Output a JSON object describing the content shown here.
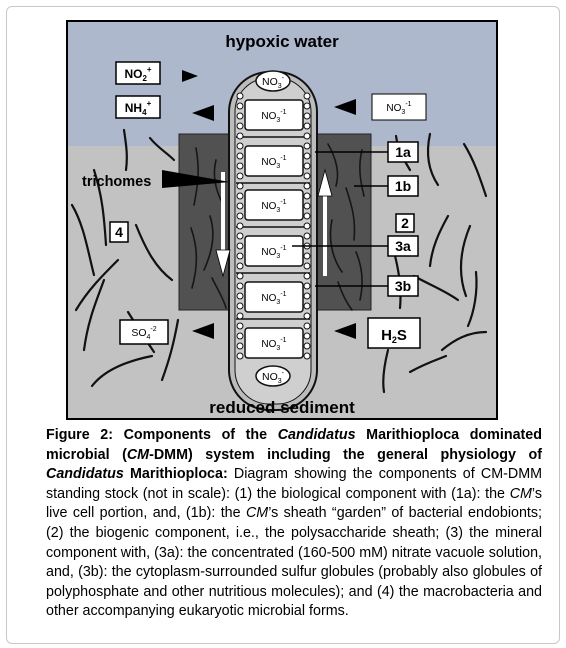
{
  "diagram": {
    "top_label": "hypoxic water",
    "bottom_label": "reduced sediment",
    "trichomes_label": "trichomes",
    "box_no2": {
      "main": "NO",
      "sub": "2",
      "sup": "+"
    },
    "box_nh4": {
      "main": "NH",
      "sub": "4",
      "sup": "+"
    },
    "box_no3_water": {
      "main": "NO",
      "sub": "3",
      "sup": "-1"
    },
    "box_so4": {
      "main": "SO",
      "sub": "4",
      "sup": "-2"
    },
    "box_h2s": {
      "main": "H",
      "sub": "2",
      "after": "S"
    },
    "vacuole": {
      "main": "NO",
      "sub": "3",
      "sup": "-1"
    },
    "cap": {
      "main": "NO",
      "sub": "3",
      "sup": "-"
    },
    "tags": {
      "t1a": "1a",
      "t1b": "1b",
      "t2": "2",
      "t3a": "3a",
      "t3b": "3b",
      "t4": "4"
    },
    "colors": {
      "water": "#aeb8cc",
      "sediment": "#c2c2c2",
      "sheath": "#515151",
      "filament": "#bcbcbc"
    }
  },
  "caption": {
    "title_a": "Figure 2: Components of the ",
    "title_italic1": "Candidatus",
    "title_b": " Marithioploca dominated microbial (",
    "title_italic2": "CM",
    "title_c": "-DMM) system including the general physiology of ",
    "title_italic3": "Candidatus",
    "title_d": " Marithioploca:",
    "body_a": " Diagram showing the components of CM-DMM standing stock (not in scale): (1) the biological component with (1a): the ",
    "body_i1": "CM",
    "body_b": "’s live cell portion, and, (1b): the ",
    "body_i2": "CM",
    "body_c": "’s sheath “garden” of bacterial endobionts; (2) the biogenic component, i.e., the polysaccharide sheath; (3) the mineral component with, (3a): the concentrated (160-500 mM) nitrate vacuole solution, and, (3b): the cytoplasm-surrounded sulfur globules (probably also globules of polyphosphate and other nutritious molecules); and (4) the macrobacteria and other accompanying eukaryotic microbial forms."
  }
}
